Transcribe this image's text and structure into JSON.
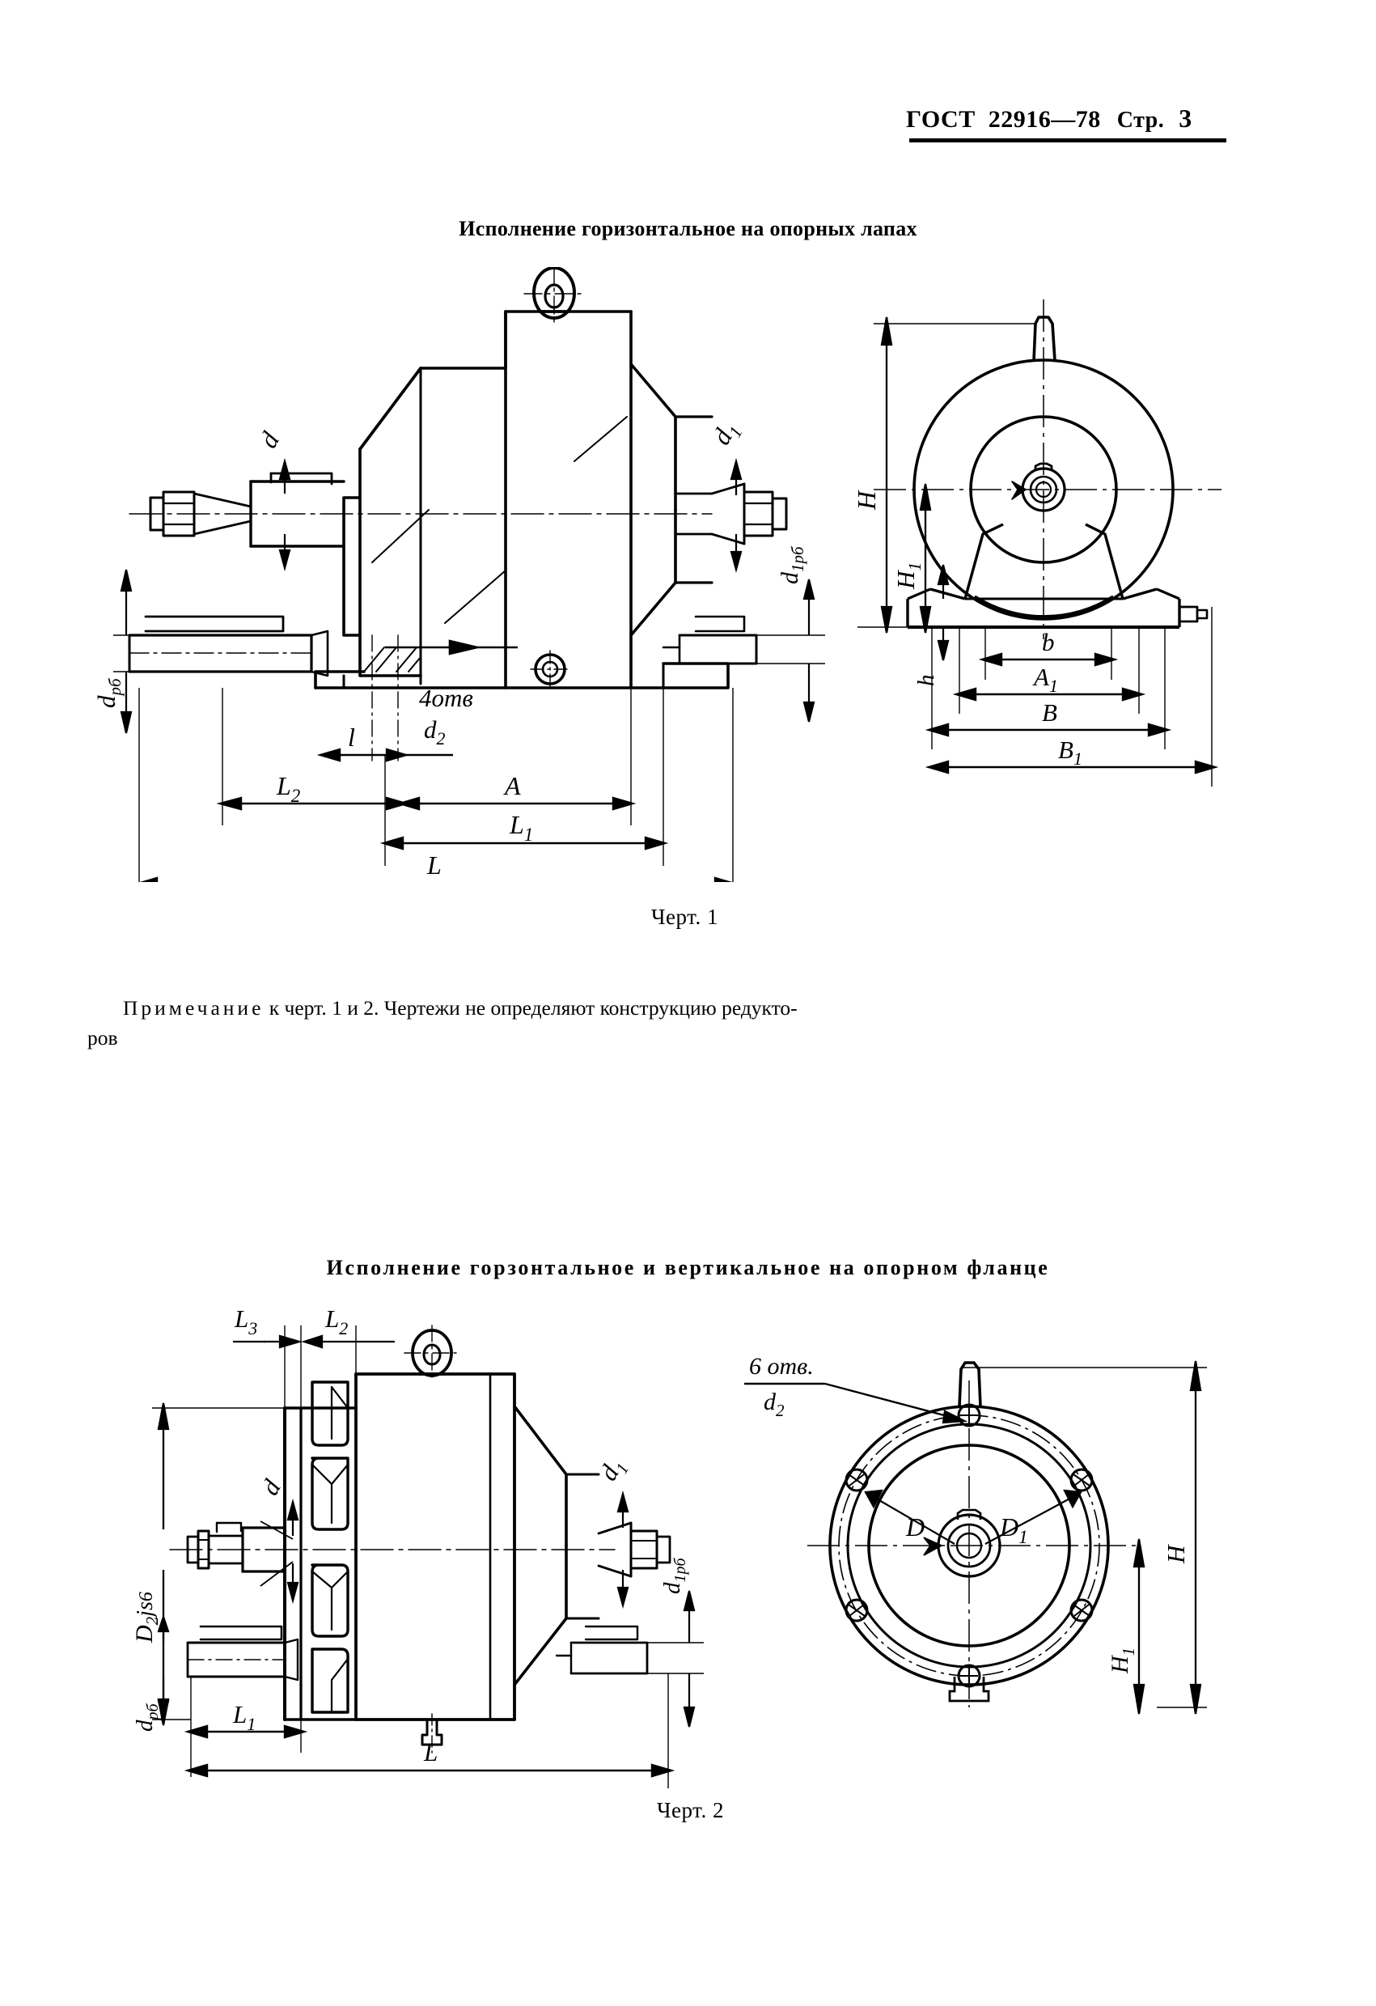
{
  "header": {
    "gost_label": "ГОСТ",
    "gost_number": "22916—78",
    "page_label": "Стр.",
    "page_number": "3"
  },
  "sections": [
    {
      "title": "Исполнение горизонтальное на опорных лапах",
      "caption": "Черт. 1"
    },
    {
      "title": "Исполнение горзонтальное и вертикальное на опорном фланце",
      "caption": "Черт. 2"
    }
  ],
  "note": {
    "lead": "Примечание",
    "body": " к черт. 1 и 2. Чертежи не определяют конструкцию редукто-",
    "tail": "ров"
  },
  "figure1": {
    "side_view_labels": {
      "shaft_input": "d",
      "shaft_output": "d1",
      "bolt_left": "dрб",
      "bolt_right": "d1рб",
      "holes_note_top": "4отв",
      "holes_note_bottom": "d2"
    },
    "side_dimensions": [
      {
        "name": "l",
        "label": "l"
      },
      {
        "name": "L2",
        "label": "L2"
      },
      {
        "name": "A",
        "label": "A"
      },
      {
        "name": "L1",
        "label": "L1"
      },
      {
        "name": "L",
        "label": "L"
      }
    ],
    "end_view_labels": {
      "height_total": "H",
      "height_axis": "H1",
      "foot_height": "h"
    },
    "end_dimensions": [
      {
        "name": "b",
        "label": "b"
      },
      {
        "name": "A1",
        "label": "A1"
      },
      {
        "name": "B",
        "label": "B"
      },
      {
        "name": "B1",
        "label": "B1"
      }
    ]
  },
  "figure2": {
    "side_view_labels": {
      "shaft_input": "d",
      "shaft_output": "d1",
      "bolt_left": "dрб",
      "bolt_right": "d1рб",
      "flange_fit": "D2js6"
    },
    "side_dimensions": [
      {
        "name": "L3",
        "label": "L3"
      },
      {
        "name": "L2",
        "label": "L2"
      },
      {
        "name": "L1",
        "label": "L1"
      },
      {
        "name": "L",
        "label": "L"
      }
    ],
    "end_view_labels": {
      "holes_note_top": "6 отв.",
      "holes_note_bottom": "d2",
      "flange_diameter": "D",
      "bolt_circle": "D1",
      "height_total": "H",
      "height_axis": "H1"
    }
  },
  "colors": {
    "ink": "#000000",
    "paper": "#ffffff"
  }
}
